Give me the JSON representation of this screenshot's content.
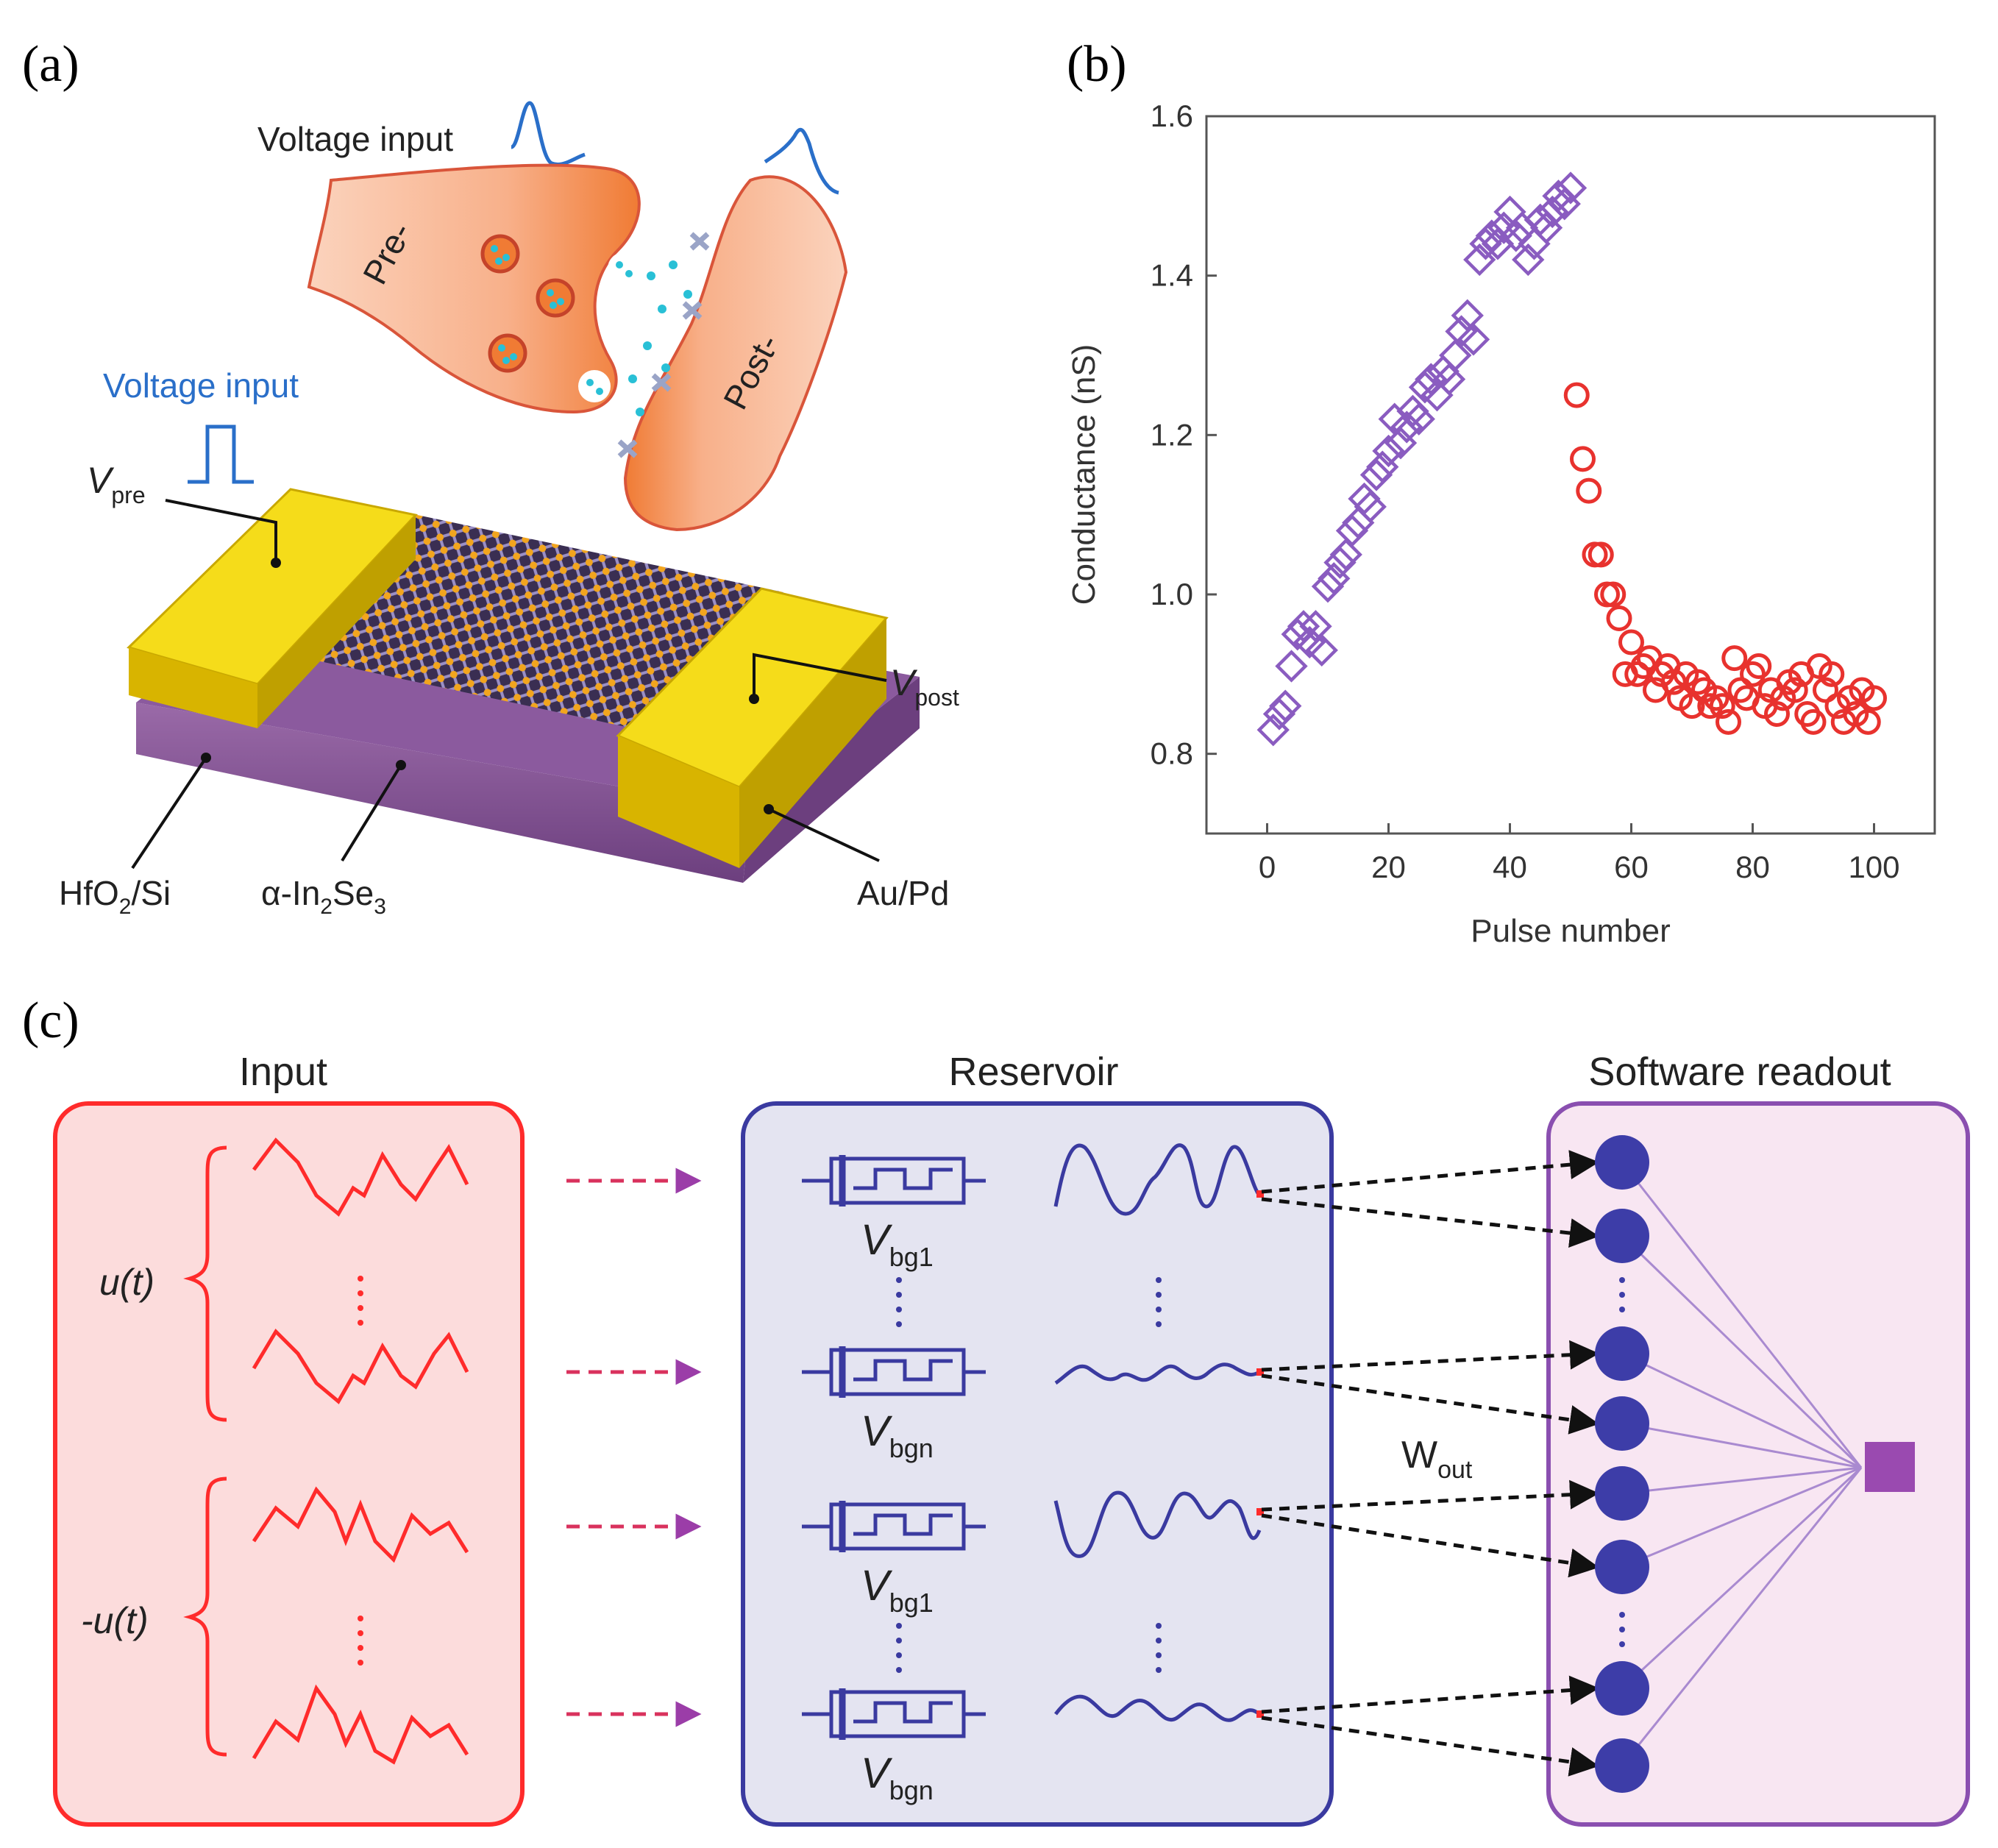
{
  "panels": {
    "a": {
      "label": "(a)"
    },
    "b": {
      "label": "(b)"
    },
    "c": {
      "label": "(c)"
    }
  },
  "synapse": {
    "bio_input_label": "Voltage input",
    "pre_label": "Pre-",
    "post_label": "Post-"
  },
  "device": {
    "pulse_input_label": "Voltage input",
    "v_pre": {
      "main": "V",
      "sub": "pre"
    },
    "v_post": {
      "main": "V",
      "sub": "post"
    },
    "substrate_label": {
      "a": "HfO",
      "b": "2",
      "c": "/Si"
    },
    "channel_label": {
      "a": "α-In",
      "b": "2",
      "c": "Se",
      "d": "3"
    },
    "electrode_label": "Au/Pd"
  },
  "chart_data": {
    "type": "scatter",
    "xlabel": "Pulse number",
    "ylabel": "Conductance (nS)",
    "xlim": [
      -10,
      110
    ],
    "ylim": [
      0.7,
      1.6
    ],
    "xticks": [
      0,
      20,
      40,
      60,
      80,
      100
    ],
    "yticks": [
      0.8,
      1.0,
      1.2,
      1.4,
      1.6
    ],
    "ytick_labels": [
      "0.8",
      "1.0",
      "1.2",
      "1.4",
      "1.6"
    ],
    "grid": false,
    "series": [
      {
        "marker": "diamond",
        "color": "#8a5cc0",
        "x": [
          1,
          2,
          3,
          4,
          5,
          6,
          7,
          8,
          9,
          10,
          11,
          12,
          13,
          14,
          15,
          16,
          17,
          18,
          19,
          20,
          21,
          22,
          23,
          24,
          25,
          26,
          27,
          28,
          29,
          30,
          31,
          32,
          33,
          34,
          35,
          36,
          37,
          38,
          39,
          40,
          41,
          42,
          43,
          44,
          45,
          46,
          47,
          48,
          49,
          50
        ],
        "y": [
          0.83,
          0.85,
          0.86,
          0.91,
          0.95,
          0.96,
          0.94,
          0.96,
          0.93,
          1.01,
          1.02,
          1.04,
          1.05,
          1.08,
          1.09,
          1.12,
          1.11,
          1.15,
          1.16,
          1.18,
          1.22,
          1.19,
          1.21,
          1.23,
          1.22,
          1.26,
          1.27,
          1.25,
          1.28,
          1.27,
          1.3,
          1.33,
          1.35,
          1.32,
          1.42,
          1.44,
          1.45,
          1.44,
          1.46,
          1.48,
          1.45,
          1.46,
          1.42,
          1.44,
          1.47,
          1.46,
          1.48,
          1.5,
          1.49,
          1.51
        ]
      },
      {
        "marker": "circle",
        "color": "#e8322e",
        "x": [
          51,
          52,
          53,
          54,
          55,
          56,
          57,
          58,
          59,
          60,
          61,
          62,
          63,
          64,
          65,
          66,
          67,
          68,
          69,
          70,
          71,
          72,
          73,
          74,
          75,
          76,
          77,
          78,
          79,
          80,
          81,
          82,
          83,
          84,
          85,
          86,
          87,
          88,
          89,
          90,
          91,
          92,
          93,
          94,
          95,
          96,
          97,
          98,
          99,
          100
        ],
        "y": [
          1.25,
          1.17,
          1.13,
          1.05,
          1.05,
          1.0,
          1.0,
          0.97,
          0.9,
          0.94,
          0.9,
          0.91,
          0.92,
          0.88,
          0.9,
          0.91,
          0.89,
          0.87,
          0.9,
          0.86,
          0.89,
          0.88,
          0.86,
          0.87,
          0.86,
          0.84,
          0.92,
          0.88,
          0.87,
          0.9,
          0.91,
          0.86,
          0.88,
          0.85,
          0.87,
          0.89,
          0.88,
          0.9,
          0.85,
          0.84,
          0.91,
          0.88,
          0.9,
          0.86,
          0.84,
          0.87,
          0.85,
          0.88,
          0.84,
          0.87
        ]
      }
    ]
  },
  "reservoir_diagram": {
    "input_title": "Input",
    "reservoir_title": "Reservoir",
    "readout_title": "Software readout",
    "input_group_1": "u(t)",
    "input_group_2": "-u(t)",
    "vbg_1": {
      "main": "V",
      "sub": "bg1"
    },
    "vbg_n": {
      "main": "V",
      "sub": "bgn"
    },
    "w_out": {
      "main": "W",
      "sub": "out"
    },
    "colors": {
      "input": "#ff2b2b",
      "input_fill": "#fcdcdc",
      "reservoir": "#3a3aa0",
      "reservoir_fill": "#e4e4f1",
      "readout": "#8a4fb0",
      "readout_fill": "#f8e6f2",
      "node": "#3d3da8",
      "output": "#9a4ab0"
    }
  }
}
